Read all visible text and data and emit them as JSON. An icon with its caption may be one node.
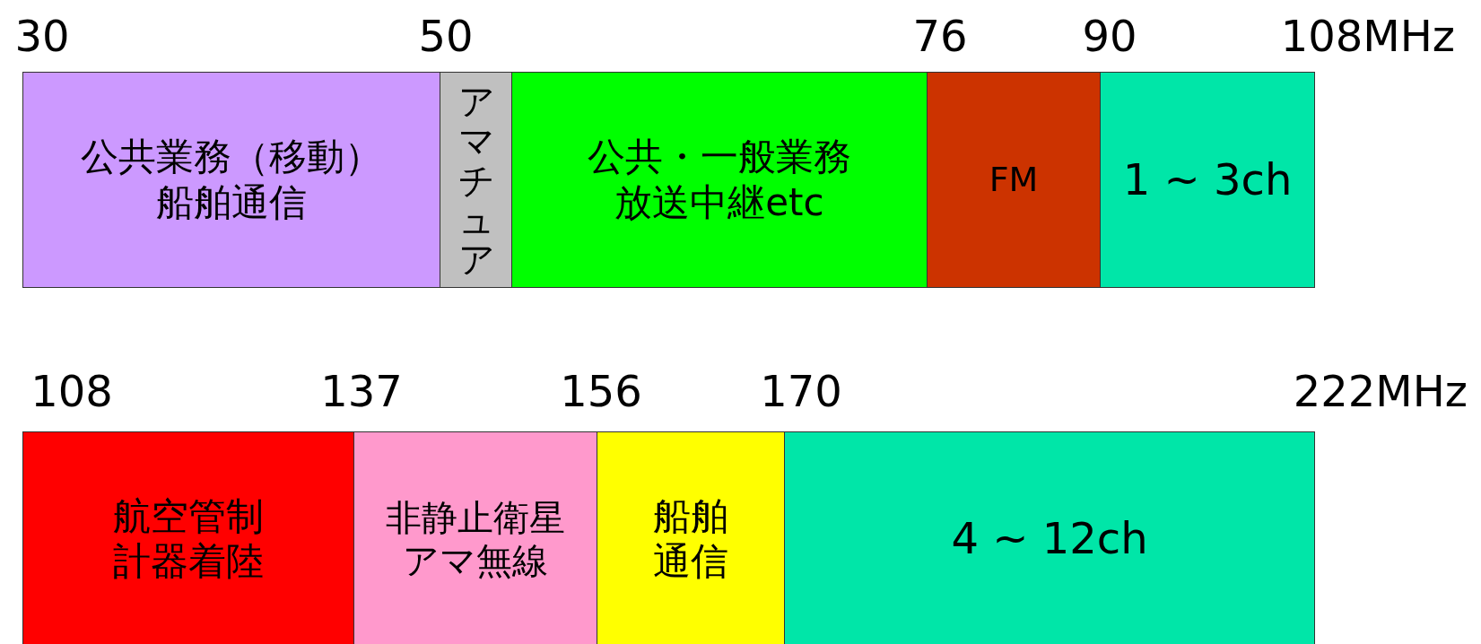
{
  "diagram": {
    "nodes": [
      {
        "text": [
          "公共業務（移動）船舶通信"
        ]
      },
      {
        "text": [
          "アマチュア"
        ]
      },
      {
        "text": [
          "公共・一般業務放送中継etc"
        ]
      },
      {
        "text": [
          "FM"
        ]
      },
      {
        "text": [
          "1 ~ 3ch"
        ]
      },
      {
        "text": [
          "航空管制計器着陸"
        ]
      },
      {
        "text": [
          "非静止衛星アマ無線"
        ]
      },
      {
        "text": [
          "船舶通信"
        ]
      },
      {
        "text": [
          "4 ~ 12ch"
        ]
      }
    ],
    "labels": [
      "30",
      "50",
      "76",
      "90",
      "108MHz",
      "108",
      "137",
      "156",
      "170",
      "222MHz"
    ]
  }
}
